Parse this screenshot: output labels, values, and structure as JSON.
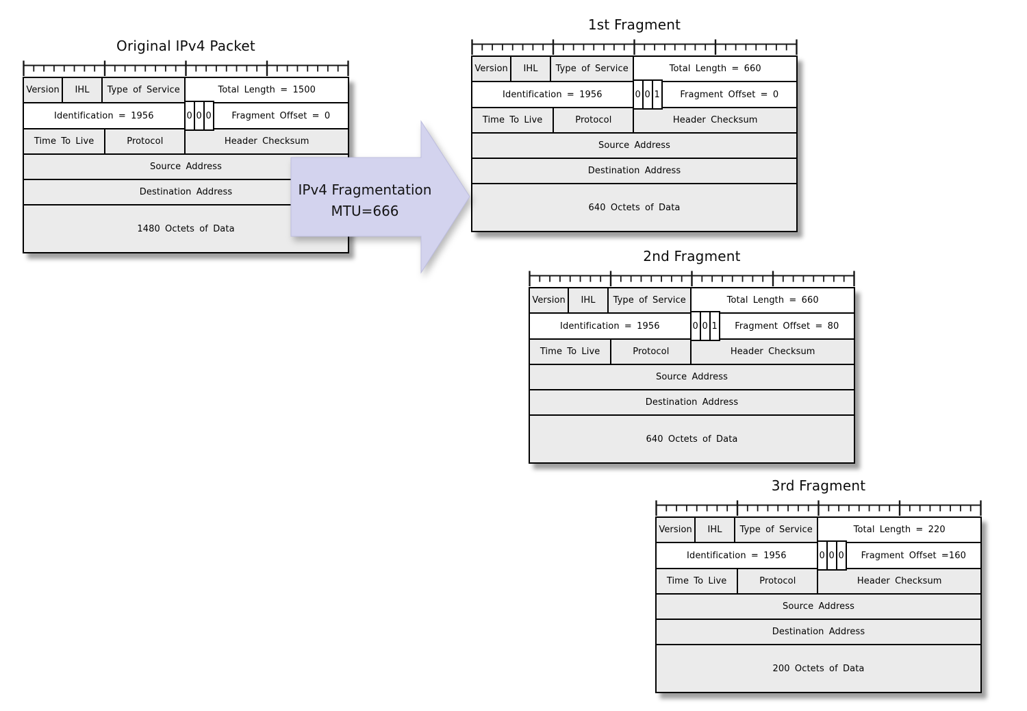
{
  "colors": {
    "cell_fill_gray": "#ebebeb",
    "cell_fill_white": "#ffffff",
    "line_black": "#000000",
    "arrow_fill": "#d3d3ee"
  },
  "arrow": {
    "line1": "IPv4 Fragmentation",
    "line2": "MTU=666"
  },
  "packets": [
    {
      "title": "Original IPv4 Packet",
      "fields": {
        "version": "Version",
        "ihl": "IHL",
        "type_of_service": "Type of Service",
        "total_length": "Total Length = 1500",
        "identification": "Identification = 1956",
        "flags": [
          "0",
          "0",
          "0"
        ],
        "fragment_offset": "Fragment Offset = 0",
        "time_to_live": "Time To Live",
        "protocol": "Protocol",
        "header_checksum": "Header Checksum",
        "source_address": "Source Address",
        "destination_address": "Destination Address",
        "data": "1480 Octets of Data"
      }
    },
    {
      "title": "1st Fragment",
      "fields": {
        "version": "Version",
        "ihl": "IHL",
        "type_of_service": "Type of Service",
        "total_length": "Total Length = 660",
        "identification": "Identification = 1956",
        "flags": [
          "0",
          "0",
          "1"
        ],
        "fragment_offset": "Fragment Offset = 0",
        "time_to_live": "Time To Live",
        "protocol": "Protocol",
        "header_checksum": "Header Checksum",
        "source_address": "Source Address",
        "destination_address": "Destination Address",
        "data": "640 Octets of Data"
      }
    },
    {
      "title": "2nd Fragment",
      "fields": {
        "version": "Version",
        "ihl": "IHL",
        "type_of_service": "Type of Service",
        "total_length": "Total Length = 660",
        "identification": "Identification = 1956",
        "flags": [
          "0",
          "0",
          "1"
        ],
        "fragment_offset": "Fragment Offset = 80",
        "time_to_live": "Time To Live",
        "protocol": "Protocol",
        "header_checksum": "Header Checksum",
        "source_address": "Source Address",
        "destination_address": "Destination Address",
        "data": "640 Octets of Data"
      }
    },
    {
      "title": "3rd Fragment",
      "fields": {
        "version": "Version",
        "ihl": "IHL",
        "type_of_service": "Type of Service",
        "total_length": "Total Length = 220",
        "identification": "Identification = 1956",
        "flags": [
          "0",
          "0",
          "0"
        ],
        "fragment_offset": "Fragment Offset =160",
        "time_to_live": "Time To Live",
        "protocol": "Protocol",
        "header_checksum": "Header Checksum",
        "source_address": "Source Address",
        "destination_address": "Destination Address",
        "data": "200 Octets of Data"
      }
    }
  ]
}
